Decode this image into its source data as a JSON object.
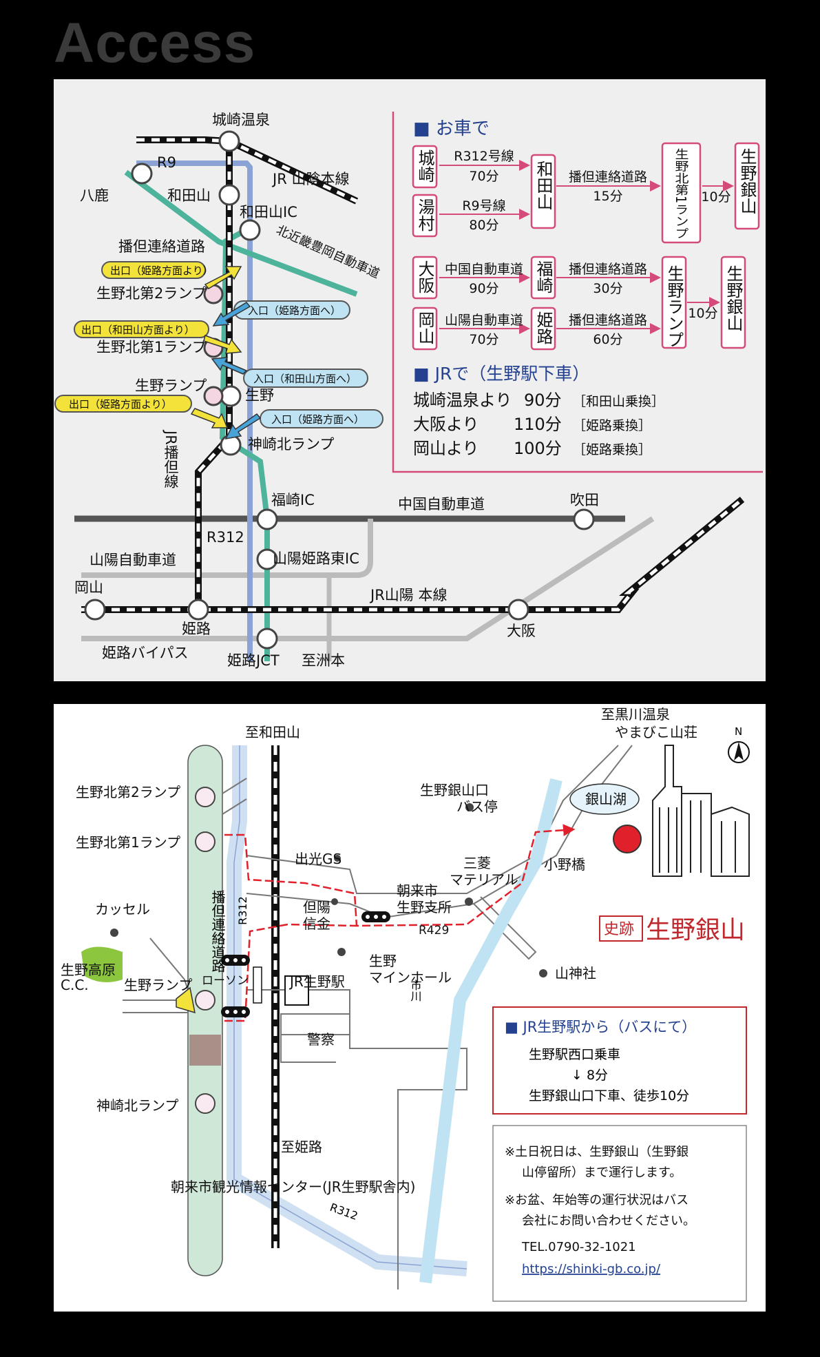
{
  "page": {
    "title": "Access"
  },
  "colors": {
    "background": "#000000",
    "pink": "#d44a7a",
    "navy": "#24418f",
    "teal": "#4db39a",
    "blue": "#8aa3d4",
    "yellow": "#f2e23a",
    "lightblue": "#bfe3f3",
    "red": "#e0202a",
    "gray": "#b9b9b9"
  },
  "route_map": {
    "stations": {
      "kinosaki": "城崎温泉",
      "yoka": "八鹿",
      "wadayama": "和田山",
      "wadayama_ic": "和田山IC",
      "ikuno": "生野",
      "kanzaki_kita": "神崎北ランプ",
      "fukusaki_ic": "福崎IC",
      "suita": "吹田",
      "sanyo_himeji_higashi": "山陽姫路東IC",
      "okayama": "岡山",
      "himeji": "姫路",
      "osaka": "大阪",
      "himeji_jct": "姫路JCT",
      "shishu": "至洲本"
    },
    "lines": {
      "r9": "R9",
      "san_in": "JR 山陰本線",
      "kitakinki": "北近畿豊岡自動車道",
      "bantan": "播但連絡道路",
      "jr_bantan": "JR播但線",
      "chugoku": "中国自動車道",
      "r312": "R312",
      "sanyo_exp": "山陽自動車道",
      "jr_sanyo": "JR山陽 本線",
      "himeji_bypass": "姫路バイパス"
    },
    "ramps": {
      "ikuno_kita2": "生野北第2ランプ",
      "ikuno_kita1": "生野北第1ランプ",
      "ikuno_ramp": "生野ランプ"
    },
    "tags": {
      "exit_himeji1": "出口（姫路方面より）",
      "enter_himeji": "入口（姫路方面へ）",
      "exit_wadayama": "出口（和田山方面より）",
      "enter_wadayama": "入口（和田山方面へ）",
      "exit_himeji2": "出口（姫路方面より）",
      "enter_himeji2": "入口（姫路方面へ）"
    },
    "car": {
      "heading": "■ お車で",
      "from_kinosaki": "城崎",
      "from_yumura": "湯村",
      "r312_label": "R312号線",
      "r312_time": "70分",
      "r9_label": "R9号線",
      "r9_time": "80分",
      "wadayama": "和田山",
      "bantan1": "播但連絡道路",
      "bantan1_time": "15分",
      "ikuno_kita1": "生野北第1ランプ",
      "ikuno_kita1_time": "10分",
      "dest1": "生野銀山",
      "from_osaka": "大阪",
      "from_okayama": "岡山",
      "chugoku_label": "中国自動車道",
      "chugoku_time": "90分",
      "sanyo_label": "山陽自動車道",
      "sanyo_time": "70分",
      "fukusaki": "福崎",
      "himeji": "姫路",
      "bantan2": "播但連絡道路",
      "bantan2_time": "30分",
      "bantan3": "播但連絡道路",
      "bantan3_time": "60分",
      "ikuno_ramp": "生野ランプ",
      "ikuno_ramp_time": "10分",
      "dest2": "生野銀山"
    },
    "jr": {
      "heading": "■ JRで（生野駅下車）",
      "rows": [
        {
          "from": "城崎温泉より",
          "time": "90分",
          "note": "［和田山乗換］"
        },
        {
          "from": "大阪より",
          "time": "110分",
          "note": "［姫路乗換］"
        },
        {
          "from": "岡山より",
          "time": "100分",
          "note": "［姫路乗換］"
        }
      ]
    }
  },
  "local_map": {
    "to_wadayama": "至和田山",
    "to_kurokawa": "至黒川温泉",
    "yamabiko": "やまびこ山荘",
    "north": "N",
    "ikuno_kita2": "生野北第2ランプ",
    "ikuno_kita1": "生野北第1ランプ",
    "bantan": "播但連絡道路",
    "r312": "R312",
    "kassel": "カッセル",
    "golf": "生野高原",
    "golf2": "C.C.",
    "ikuno_ramp": "生野ランプ",
    "kanzaki_kita": "神崎北ランプ",
    "idemitsu": "出光GS",
    "tanyo": "但陽",
    "shinkin": "信金",
    "lawson": "ローソン",
    "jr_ikuno": "JR生野駅",
    "police": "警察",
    "to_himeji": "至姫路",
    "r312b": "R312",
    "info_center": "朝来市観光情報センター(JR生野駅舎内)",
    "asago": "朝来市",
    "shisho": "生野支所",
    "r429": "R429",
    "hall1": "生野",
    "hall2": "マインホール",
    "ichikawa": "市川",
    "mitsubishi1": "三菱",
    "mitsubishi2": "マテリアル",
    "bus_stop1": "生野銀山口",
    "bus_stop2": "バス停",
    "lake": "銀山湖",
    "ono_bridge": "小野橋",
    "shiseki": "史跡",
    "ginzan": "生野銀山",
    "yamagami": "山神社",
    "bus_box": {
      "heading": "■ JR生野駅から（バスにて）",
      "line1": "生野駅西口乗車",
      "line2": "↓ 8分",
      "line3": "生野銀山口下車、徒歩10分"
    },
    "notice": {
      "line1": "※土日祝日は、生野銀山（生野銀",
      "line2": "山停留所）まで運行します。",
      "line3": "※お盆、年始等の運行状況はバス",
      "line4": "会社にお問い合わせください。",
      "tel": "TEL.0790-32-1021",
      "url": "https://shinki-gb.co.jp/"
    }
  }
}
